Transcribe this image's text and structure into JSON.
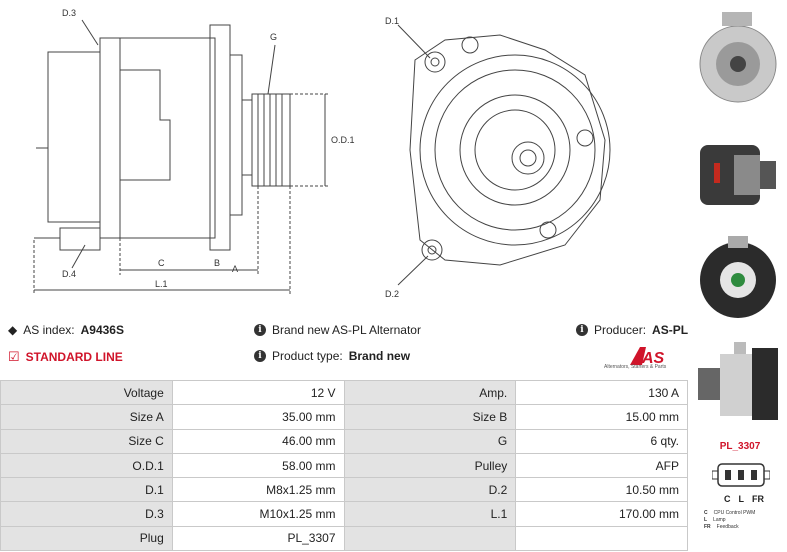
{
  "drawing": {
    "labels": {
      "d3": "D.3",
      "g": "G",
      "od1": "O.D.1",
      "d4": "D.4",
      "c": "C",
      "b": "B",
      "a": "A",
      "l1": "L.1",
      "d1": "D.1",
      "d2": "D.2"
    }
  },
  "info": {
    "as_index_label": "AS index:",
    "as_index_value": "A9436S",
    "standard_line": "STANDARD LINE",
    "brand_new": "Brand new AS-PL Alternator",
    "product_type_label": "Product type:",
    "product_type_value": "Brand new",
    "producer_label": "Producer:",
    "producer_value": "AS-PL"
  },
  "brand": {
    "logo_text": "AS",
    "tagline": "Alternators, Starters & Parts",
    "accent": "#d0142a"
  },
  "specs": {
    "rows": [
      {
        "k1": "Voltage",
        "v1": "12 V",
        "k2": "Amp.",
        "v2": "130 A"
      },
      {
        "k1": "Size A",
        "v1": "35.00 mm",
        "k2": "Size B",
        "v2": "15.00 mm"
      },
      {
        "k1": "Size C",
        "v1": "46.00 mm",
        "k2": "G",
        "v2": "6 qty."
      },
      {
        "k1": "O.D.1",
        "v1": "58.00 mm",
        "k2": "Pulley",
        "v2": "AFP"
      },
      {
        "k1": "D.1",
        "v1": "M8x1.25 mm",
        "k2": "D.2",
        "v2": "10.50 mm"
      },
      {
        "k1": "D.3",
        "v1": "M10x1.25 mm",
        "k2": "L.1",
        "v2": "170.00 mm"
      },
      {
        "k1": "Plug",
        "v1": "PL_3307",
        "k2": "",
        "v2": ""
      }
    ]
  },
  "plug": {
    "name": "PL_3307",
    "pins": [
      "C",
      "L",
      "FR"
    ],
    "legend": [
      {
        "pin": "C",
        "desc": "CPU Control PWM"
      },
      {
        "pin": "L",
        "desc": "Lamp"
      },
      {
        "pin": "FR",
        "desc": "Feedback"
      }
    ]
  }
}
